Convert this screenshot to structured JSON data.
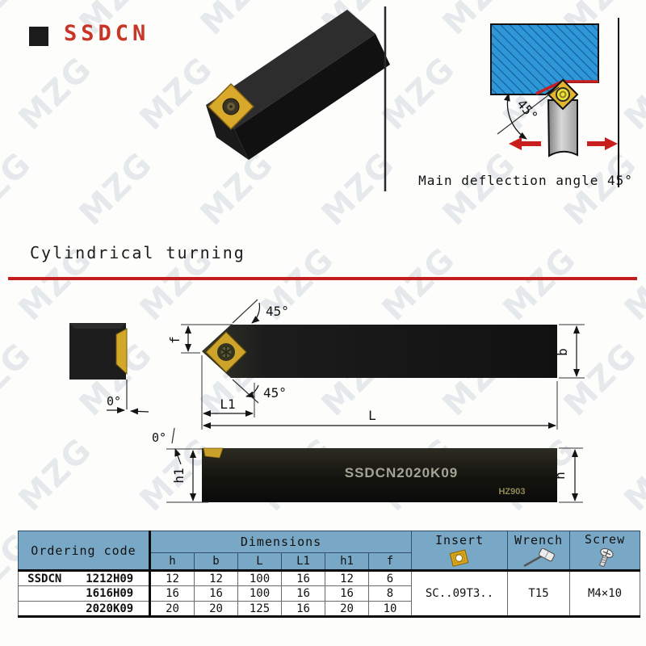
{
  "watermark": {
    "text": "MZG"
  },
  "header": {
    "title": "SSDCN"
  },
  "deflection_diagram": {
    "caption": "Main deflection angle 45°",
    "angle": "45°"
  },
  "section": {
    "heading": "Cylindrical turning"
  },
  "drawing_top": {
    "angle_top": "45°",
    "angle_bottom": "45°",
    "end_angle": "0°",
    "dim_f": "f",
    "dim_b": "b",
    "dim_l1": "L1",
    "dim_l": "L"
  },
  "drawing_side": {
    "angle": "0°",
    "dim_h1": "h1",
    "dim_h": "h",
    "marking": "SSDCN2020K09",
    "grade": "HZ903"
  },
  "table": {
    "headers": {
      "ordering": "Ordering code",
      "dimensions": "Dimensions",
      "insert": "Insert",
      "wrench": "Wrench",
      "screw": "Screw"
    },
    "dim_columns": [
      "h",
      "b",
      "L",
      "L1",
      "h1",
      "f"
    ],
    "brand": "SSDCN",
    "rows": [
      {
        "code": "1212H09",
        "h": "12",
        "b": "12",
        "L": "100",
        "L1": "16",
        "h1": "12",
        "f": "6"
      },
      {
        "code": "1616H09",
        "h": "16",
        "b": "16",
        "L": "100",
        "L1": "16",
        "h1": "16",
        "f": "8"
      },
      {
        "code": "2020K09",
        "h": "20",
        "b": "20",
        "L": "125",
        "L1": "16",
        "h1": "20",
        "f": "10"
      }
    ],
    "insert_value": "SC..09T3..",
    "wrench_value": "T15",
    "screw_value": "M4×10"
  },
  "colors": {
    "accent_red": "#c31d1d",
    "header_blue": "#79a8c6",
    "insert_gold": "#d2a42a"
  }
}
